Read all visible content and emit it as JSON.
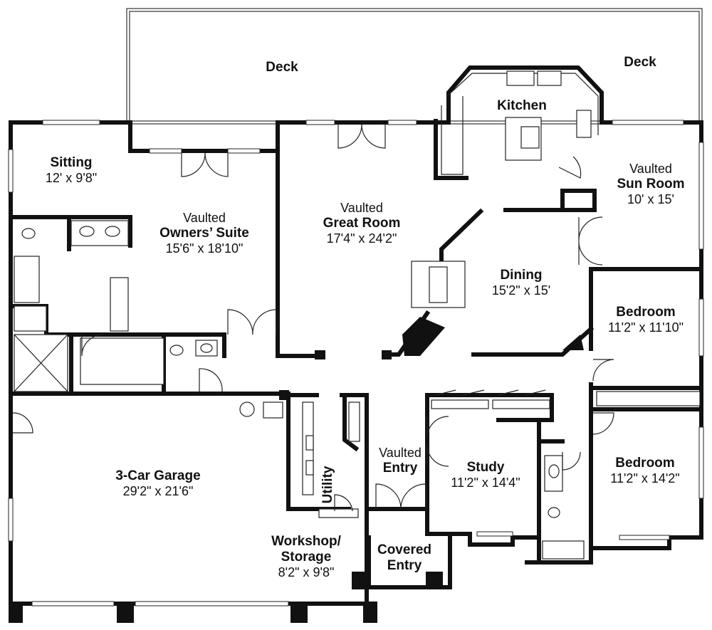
{
  "rooms": {
    "deck_left": {
      "name": "Deck"
    },
    "deck_right": {
      "name": "Deck"
    },
    "kitchen": {
      "name": "Kitchen"
    },
    "sitting": {
      "name": "Sitting",
      "size": "12' x 9'8\""
    },
    "owners_suite": {
      "prefix": "Vaulted",
      "name": "Owners’ Suite",
      "size": "15'6\" x 18'10\""
    },
    "great_room": {
      "prefix": "Vaulted",
      "name": "Great Room",
      "size": "17'4\" x 24'2\""
    },
    "sun_room": {
      "prefix": "Vaulted",
      "name": "Sun Room",
      "size": "10' x 15'"
    },
    "dining": {
      "name": "Dining",
      "size": "15'2\" x 15'"
    },
    "bedroom_upper": {
      "name": "Bedroom",
      "size": "11'2\" x 11'10\""
    },
    "bedroom_lower": {
      "name": "Bedroom",
      "size": "11'2\" x 14'2\""
    },
    "garage": {
      "name": "3-Car Garage",
      "size": "29'2\" x 21'6\""
    },
    "utility": {
      "name": "Utility"
    },
    "entry": {
      "prefix": "Vaulted",
      "name": "Entry"
    },
    "study": {
      "name": "Study",
      "size": "11'2\" x 14'4\""
    },
    "workshop": {
      "name_line1": "Workshop/",
      "name_line2": "Storage",
      "size": "8'2\" x 9'8\""
    },
    "covered_entry": {
      "name_line1": "Covered",
      "name_line2": "Entry"
    }
  }
}
